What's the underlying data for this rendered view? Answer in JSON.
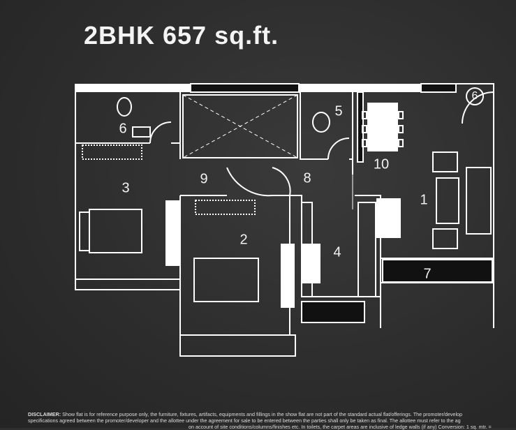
{
  "title": "2BHK 657 sq.ft.",
  "rooms": [
    {
      "label": "6"
    },
    {
      "label": "5"
    },
    {
      "label": "6"
    },
    {
      "label": "3"
    },
    {
      "label": "9"
    },
    {
      "label": "8"
    },
    {
      "label": "10"
    },
    {
      "label": "1"
    },
    {
      "label": "2"
    },
    {
      "label": "4"
    },
    {
      "label": "7"
    }
  ],
  "disclaimer": {
    "heading": "DISCLAIMER:",
    "line1": "Show flat is for reference purpose only, the furniture, fixtures, artifacts, equipments and fillings in the show flat are not part of the standard actual flat/offerings. The promoter/develop",
    "line2": "specifications agreed between the promoter/developer and the allottee under the agreement for sale to be entered between the parties shall only be taken as final. The allottee must refer to the ag",
    "line3": "on account of site conditions/columns/finishes etc. In toilets, the carpet areas are inclusive of ledge walls (if any) Conversion: 1 sq. mtr. ="
  },
  "colors": {
    "background": "#2f2f2f",
    "lines": "#ffffff"
  }
}
